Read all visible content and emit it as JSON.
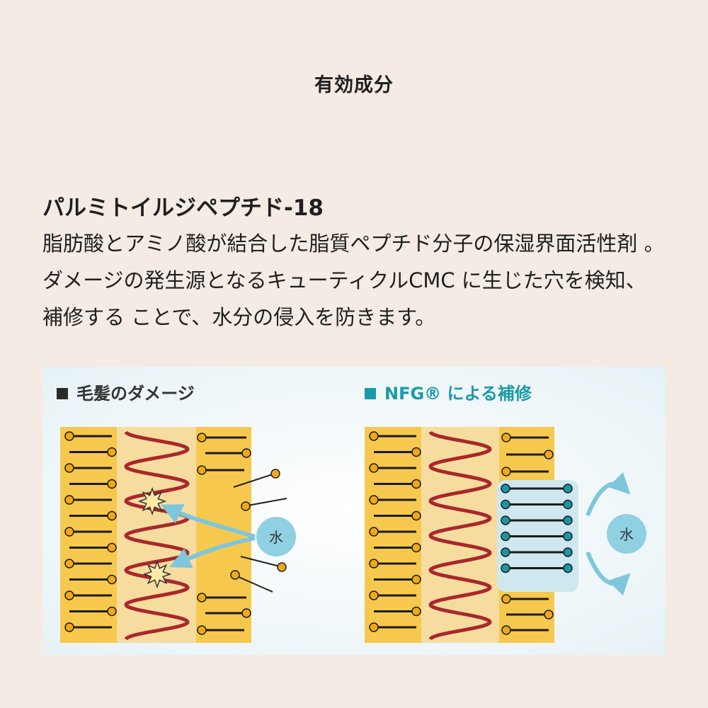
{
  "section_title": "有効成分",
  "ingredient": {
    "name": "パルミトイルジペプチド-18",
    "description": "脂肪酸とアミノ酸が結合した脂質ペプチド分子の保湿界面活性剤 。ダメージの発生源となるキューティクルCMC に生じた穴を検知、補修する ことで、水分の侵入を防きます。"
  },
  "figure": {
    "left_panel": {
      "title": "毛髪のダメージ",
      "marker_color": "#2a2a2a",
      "water_label": "水"
    },
    "right_panel": {
      "title": "NFG® による補修",
      "marker_color": "#1a9aa8",
      "water_label": "水"
    },
    "colors": {
      "lipid_band": "#f6c94e",
      "protein_band": "#f7dca0",
      "helix": "#a8282b",
      "lipid_head": "#f0a818",
      "nfg_head": "#1a97a6",
      "nfg_bg": "#cfe8ef",
      "arrow": "#7ec6db"
    }
  }
}
